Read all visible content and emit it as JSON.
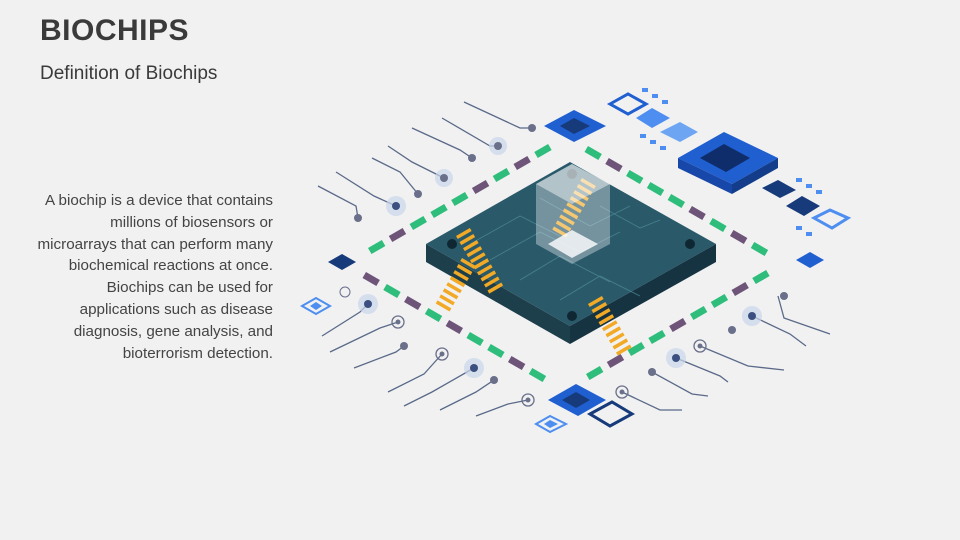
{
  "slide": {
    "title": "BIOCHIPS",
    "subtitle": "Definition of Biochips",
    "description": "A biochip is a device that contains millions of biosensors or microarrays that can perform many biochemical reactions at once. Biochips can be used for applications such as disease diagnosis, gene analysis, and bioterrorism detection."
  },
  "illustration": {
    "icon": "biochip-illustration",
    "colors": {
      "chip_base": "#2a5a6a",
      "chip_side": "#1d3f4b",
      "pins": "#f2a925",
      "pad_green": "#2ebd7a",
      "pad_purple": "#6d5478",
      "accent_blue": "#1f5fd0",
      "dark_navy": "#163a7a",
      "line": "#5a6a88"
    }
  }
}
